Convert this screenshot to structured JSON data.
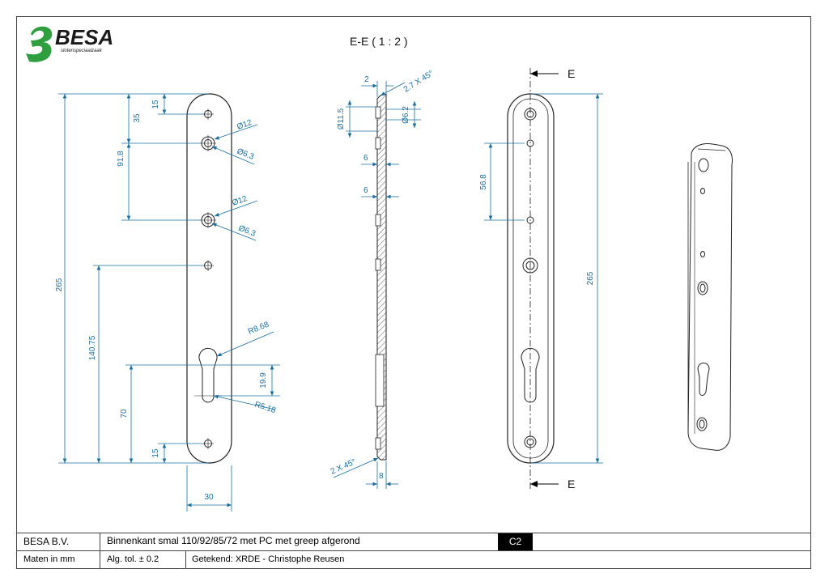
{
  "drawing": {
    "section_title": "E-E ( 1 : 2 )",
    "section_marker": "E",
    "logo_text": "BESA",
    "logo_tagline": "slotenspeciaalzaak"
  },
  "front_view_dims": {
    "d15_top": "15",
    "d35": "35",
    "d91_8": "91.8",
    "d265": "265",
    "d140_75": "140.75",
    "d70": "70",
    "d15_bottom": "15",
    "d30": "30",
    "d19_9": "19.9",
    "phi12_a": "Ø12",
    "phi6_3_a": "Ø6.3",
    "phi12_b": "Ø12",
    "phi6_3_b": "Ø6.3",
    "r8_68": "R8.68",
    "r5_18": "R5.18"
  },
  "section_view_dims": {
    "d2": "2",
    "chamfer_top": "2.7 X 45°",
    "phi11_5": "Ø11.5",
    "phi6_2": "Ø6.2",
    "d6_a": "6",
    "d6_b": "6",
    "chamfer_bottom": "2 X 45°",
    "d8": "8"
  },
  "rear_view_dims": {
    "d56_8": "56.8",
    "d265": "265"
  },
  "title_block": {
    "company": "BESA B.V.",
    "description": "Binnenkant smal 110/92/85/72 met PC met greep afgerond",
    "sheet": "C2",
    "units": "Maten in mm",
    "tolerance": "Alg. tol. ± 0.2",
    "drawn_by": "Getekend: XRDE - Christophe Reusen"
  },
  "colors": {
    "dimension": "#1a6fa0",
    "outline": "#222222",
    "logo_green": "#2f9e3f",
    "logo_dark": "#1a1a1a"
  }
}
